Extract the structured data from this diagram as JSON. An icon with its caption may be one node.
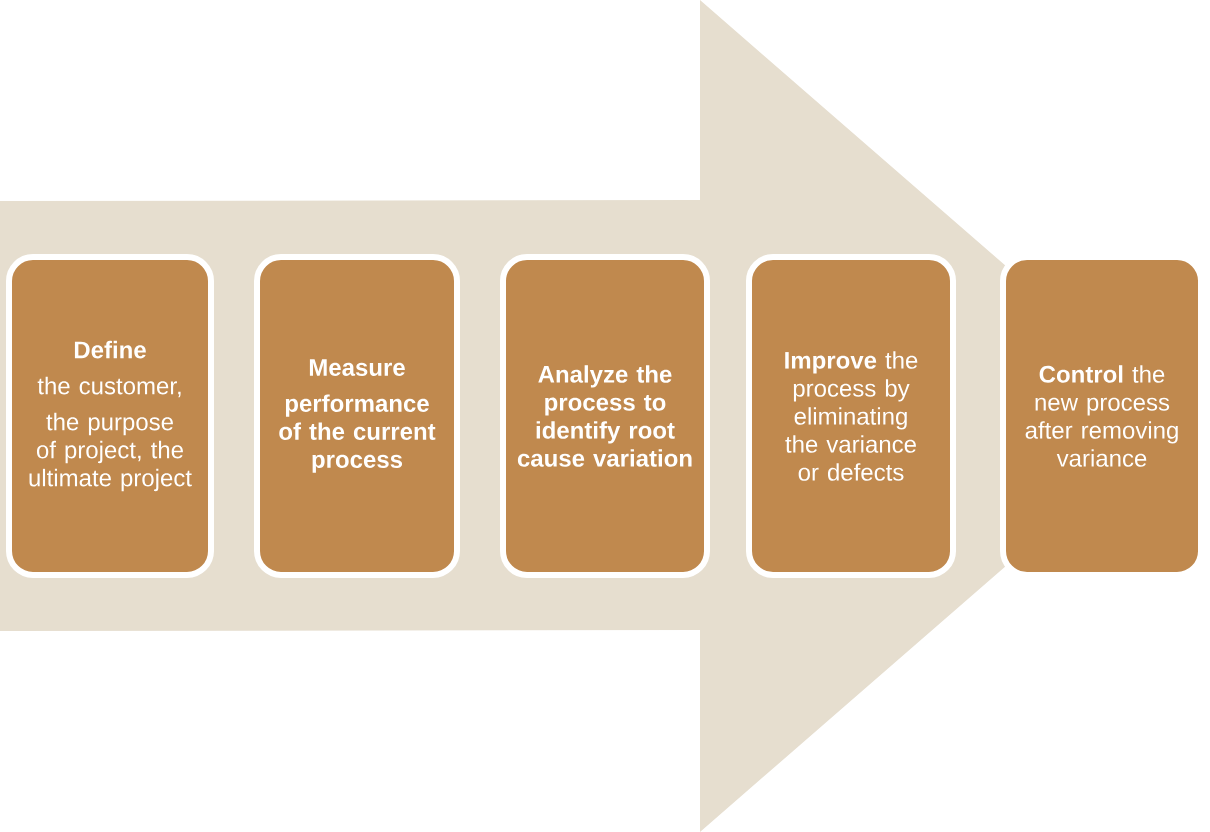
{
  "diagram": {
    "nodes": [
      {
        "text": [
          "Define",
          "the customer,",
          "the purpose of project, the ultimate project"
        ]
      },
      {
        "text": [
          "Measure",
          "performance of the current process"
        ]
      },
      {
        "text": [
          "Analyze the process to identify root cause variation"
        ]
      },
      {
        "text": [
          "**Improve** the process by eliminating the variance or defects"
        ]
      },
      {
        "text": [
          "**Control** the new process after removing variance"
        ]
      }
    ],
    "edges": [
      {
        "from": 0,
        "to": 4,
        "arrow": "to"
      }
    ]
  }
}
